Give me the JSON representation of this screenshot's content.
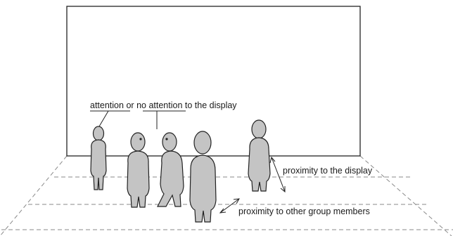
{
  "labels": {
    "attention": "attention",
    "connector_or": "or",
    "no_attention": "no attention",
    "suffix": "to the display",
    "proximity_display": "proximity to the display",
    "proximity_group": "proximity to other group members"
  },
  "colors": {
    "figure_fill": "#c4c4c4",
    "outline": "#222222",
    "floor_dash": "#8a8a8a"
  }
}
